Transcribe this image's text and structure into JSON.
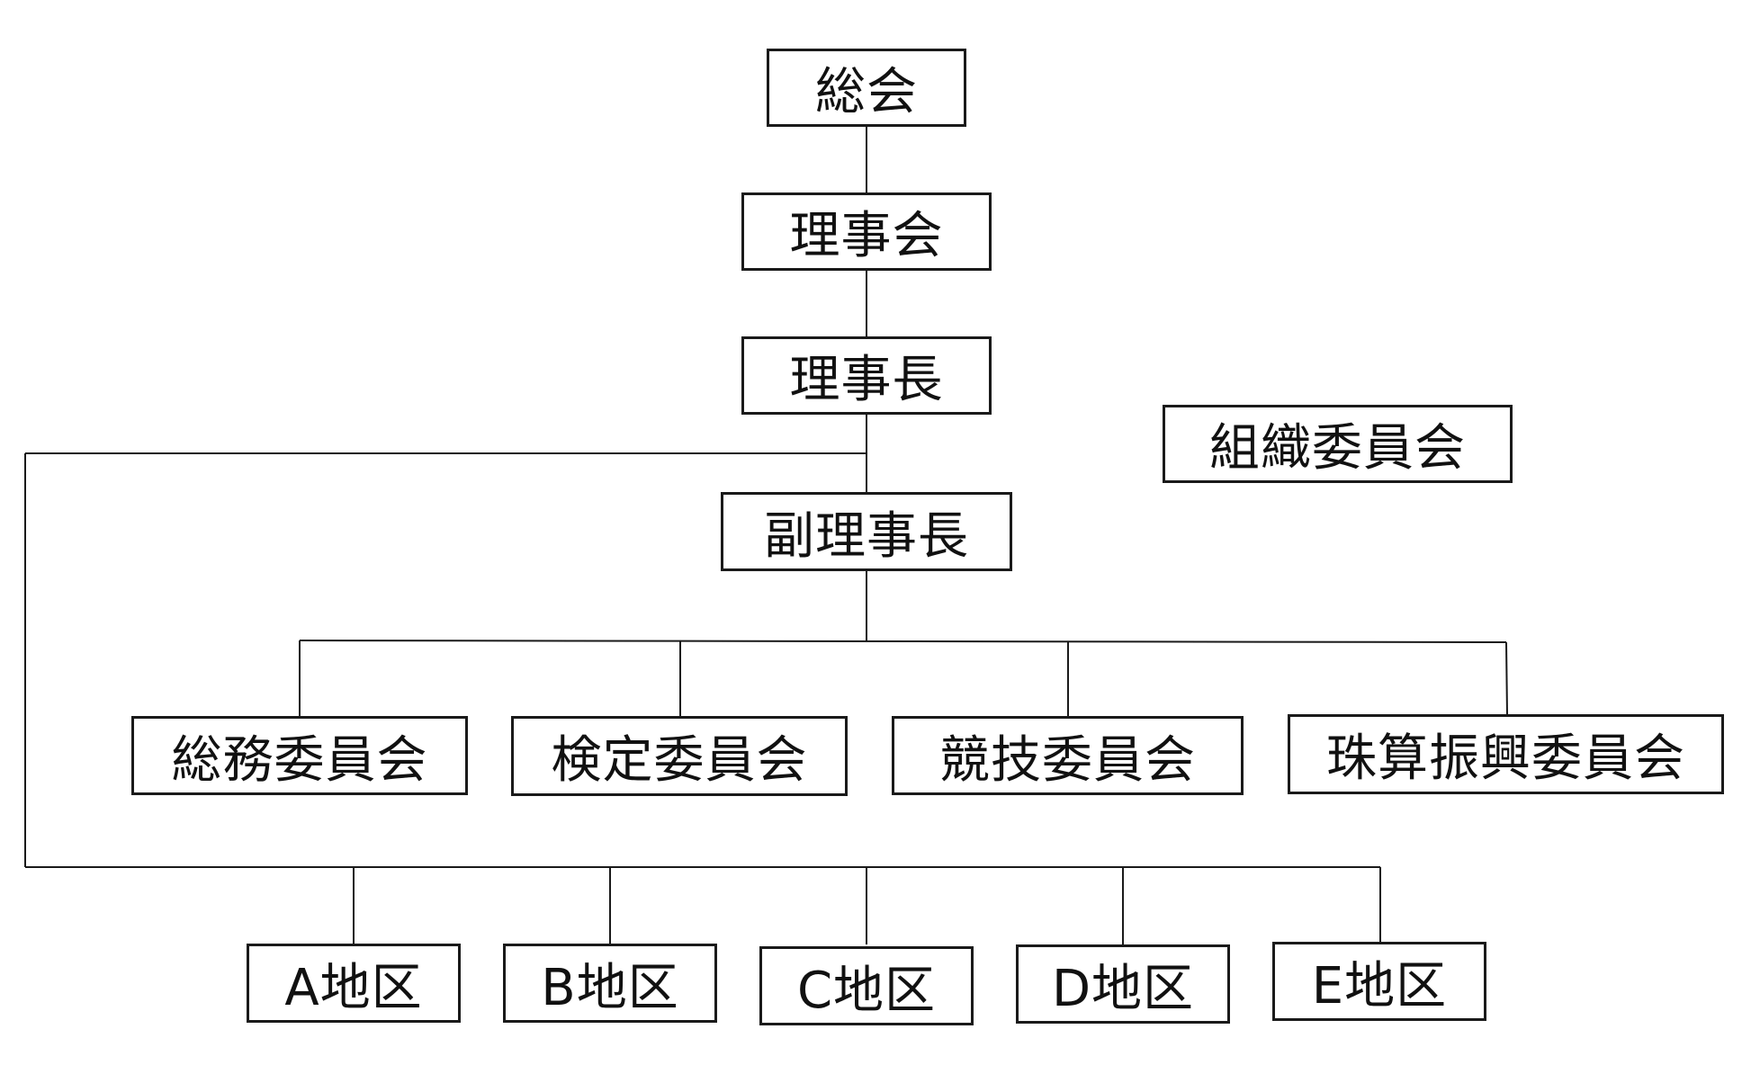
{
  "nodes": {
    "general_assembly": "総会",
    "board": "理事会",
    "chairman": "理事長",
    "vice_chairman": "副理事長",
    "organization_committee": "組織委員会",
    "general_affairs_committee": "総務委員会",
    "exam_committee": "検定委員会",
    "competition_committee": "競技委員会",
    "abacus_promotion_committee": "珠算振興委員会",
    "district_a": "A地区",
    "district_b": "B地区",
    "district_c": "C地区",
    "district_d": "D地区",
    "district_e": "E地区"
  }
}
